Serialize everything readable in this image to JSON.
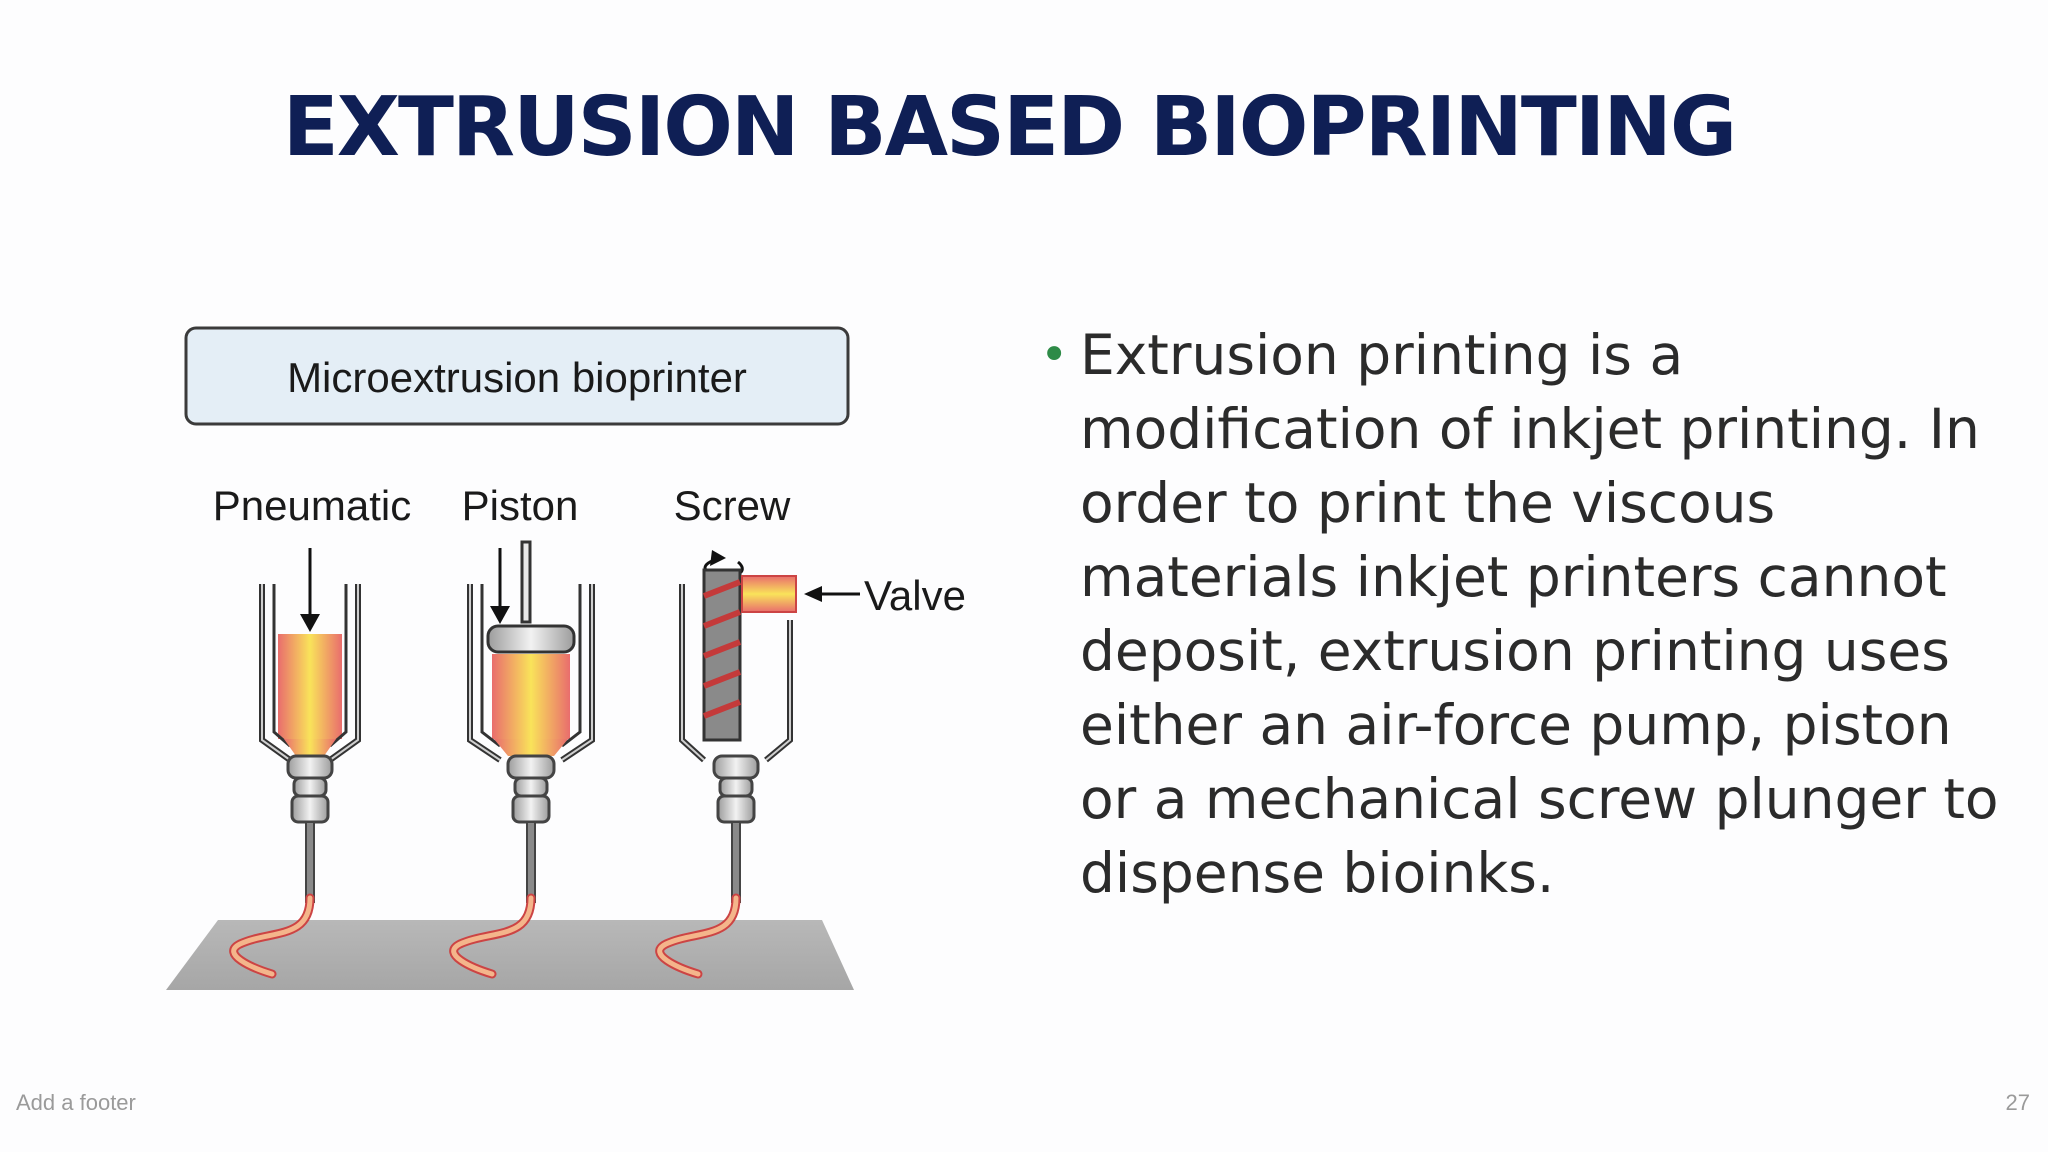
{
  "slide": {
    "title": "EXTRUSION BASED BIOPRINTING",
    "diagram": {
      "header": "Microextrusion bioprinter",
      "labels": {
        "pneumatic": "Pneumatic",
        "piston": "Piston",
        "screw": "Screw",
        "valve": "Valve"
      }
    },
    "bullets": [
      "Extrusion printing is a modification of inkjet printing. In order to print the viscous materials inkjet printers cannot deposit, extrusion printing uses either an air-force pump, piston or a mechanical screw plunger to dispense bioinks."
    ],
    "footer": {
      "text": "Add a footer",
      "page_number": "27"
    },
    "colors": {
      "title": "#0f1f55",
      "bullet": "#2e8b47",
      "text": "#2b2b2b",
      "footer": "#9a9a9a"
    }
  }
}
